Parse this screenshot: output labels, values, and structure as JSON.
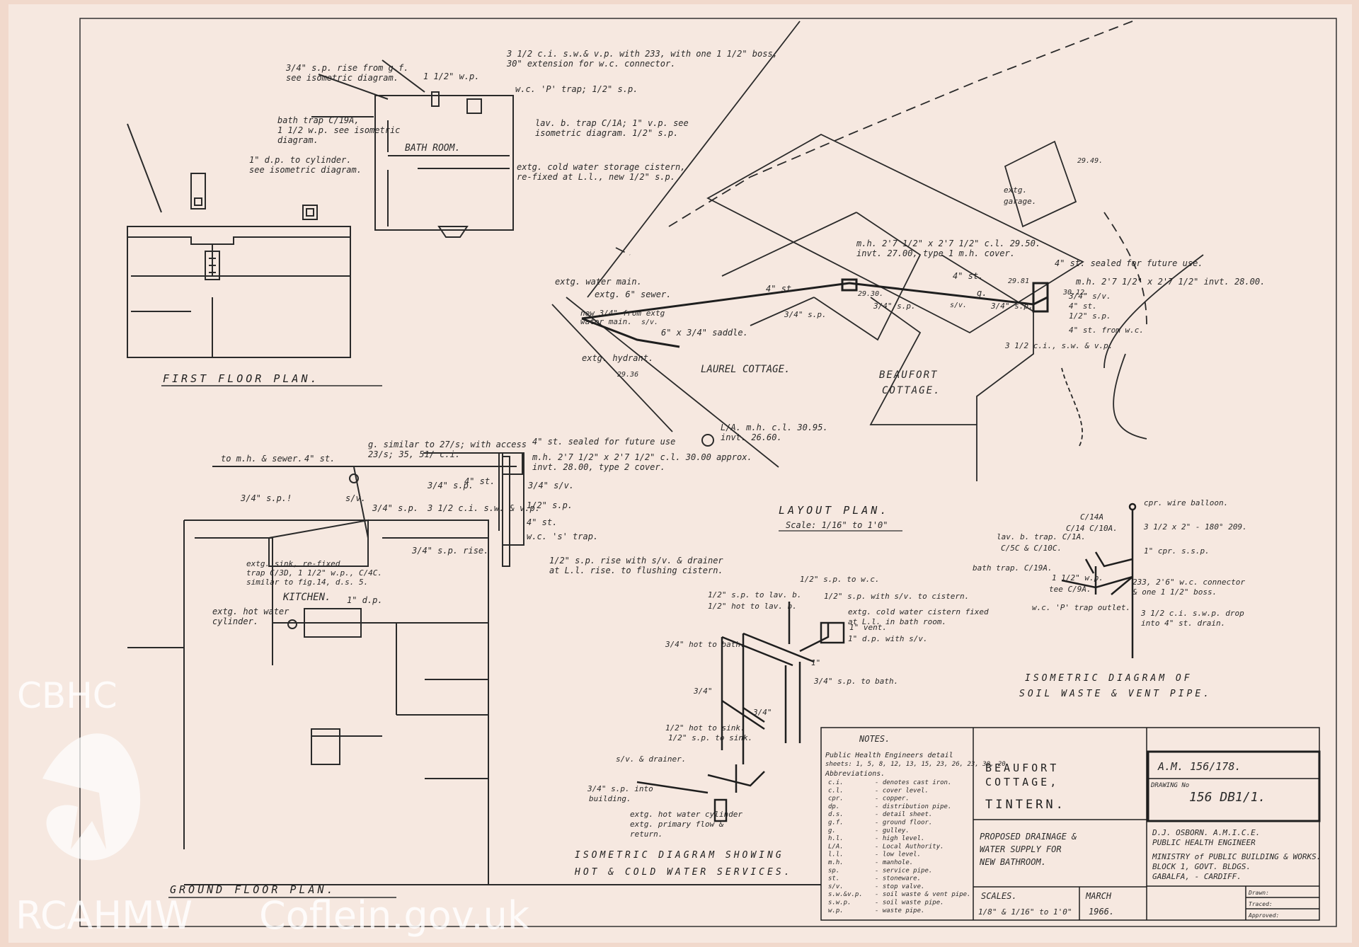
{
  "labels": {
    "fp_rise": "3/4\" s.p. rise from g.f.",
    "fp_rise2": "see isometric diagram.",
    "fp_bath_trap": "bath trap C/19A,",
    "fp_bath_trap2": "1 1/2 w.p. see isometric",
    "fp_bath_trap3": "diagram.",
    "fp_dp": "1\" d.p. to cylinder.",
    "fp_dp2": "see isometric diagram.",
    "fp_ci": "3 1/2 c.i. s.w.& v.p. with 233, with one 1 1/2\" boss,",
    "fp_ci2": "30\" extension for w.c. connector.",
    "fp_wp": "1 1/2\" w.p.",
    "fp_wc": "w.c. 'P' trap; 1/2\" s.p.",
    "fp_lav": "lav. b. trap C/1A; 1\" v.p. see",
    "fp_lav2": "isometric diagram. 1/2\" s.p.",
    "fp_bathroom": "BATH ROOM.",
    "fp_cistern": "extg. cold water storage cistern,",
    "fp_cistern2": "re-fixed at L.l., new 1/2\" s.p.",
    "gf_to_ml": "to m.h. & sewer.",
    "gf_4st": "4\" st.",
    "gf_g": "g. similar to 27/s; with access",
    "gf_g2": "23/s; 35, 51/ c.i.",
    "gf_sealed": "4\" st. sealed for future use",
    "gf_mh": "m.h. 2'7 1/2\" x 2'7 1/2\" c.l. 30.00 approx.",
    "gf_mh2": "invt. 28.00, type 2 cover.",
    "gf_4st2": "4\" st.",
    "gf_34sp": "3/4\" s.p.",
    "gf_34sv": "3/4\" s/v.",
    "gf_34sp2": "3/4\" s.p.!",
    "gf_sv": "s/v.",
    "gf_34sp3": "3/4\" s.p.",
    "gf_ci": "3 1/2 c.i. s.w. & v.p.",
    "gf_12sp": "1/2\" s.p.",
    "gf_4st3": "4\" st.",
    "gf_wcs": "w.c. 's' trap.",
    "gf_rise": "3/4\" s.p. rise.",
    "gf_sink": "extg. sink, re-fixed",
    "gf_sink2": "trap C/3D, 1 1/2\" w.p., C/4C.",
    "gf_sink3": "similar to fig.14, d.s. 5.",
    "gf_rise2": "1/2\" s.p. rise with s/v. & drainer",
    "gf_rise3": "at L.l. rise. to flushing cistern.",
    "gf_kitchen": "KITCHEN.",
    "gf_dp": "1\" d.p.",
    "gf_cyl": "extg. hot water",
    "gf_cyl2": "cylinder.",
    "lp_garage": "extg.",
    "lp_garage2": "garage.",
    "lp_lvl": "29.49.",
    "lp_mh": "m.h. 2'7 1/2\" x 2'7 1/2\" c.l. 29.50.",
    "lp_mh2": "invt. 27.00, type 1 m.h. cover.",
    "lp_sealed": "4\" st. sealed for future use.",
    "lp_mh3": "m.h. 2'7 1/2\" x 2'7 1/2\" invt. 28.00.",
    "lp_lvl2": "30.12.",
    "lp_lvl3": "29.81",
    "lp_lvl4": "29.30.",
    "lp_main": "extg. water main.",
    "lp_sewer": "extg. 6\" sewer.",
    "lp_new": "new 3/4\" from extg",
    "lp_new2": "water main.",
    "lp_sv": "s/v.",
    "lp_4st": "4\" st.",
    "lp_4st2": "4\" st.",
    "lp_g": "g.",
    "lp_34sp": "3/4\" s.p.",
    "lp_34sp2": "3/4\" s.p.",
    "lp_34sp3": "3/4\" s.p.",
    "lp_sv2": "s/v.",
    "lp_34sv": "3/4\" s/v.",
    "lp_4st3": "4\" st.",
    "lp_12sp": "1/2\" s.p.",
    "lp_4stwc": "4\" st. from w.c.",
    "lp_ci": "3 1/2 c.i., s.w. & v.p.",
    "lp_saddle": "6\" x 3/4\" saddle.",
    "lp_hydrant": "extg. hydrant.",
    "lp_lvl5": "29.36",
    "lp_laurel": "LAUREL COTTAGE.",
    "lp_beaufort": "BEAUFORT",
    "lp_beaufort2": "COTTAGE.",
    "lp_la": "L/A. m.h. c.l. 30.95.",
    "lp_la2": "invt. 26.60.",
    "sw_balloon": "cpr. wire balloon.",
    "sw_14a": "C/14A",
    "sw_lav": "lav. b. trap. C/1A.",
    "sw_14b": "C/14 C/10A.",
    "sw_332": "3 1/2 x 2\" - 180° 209.",
    "sw_5c": "C/5C & C/10C.",
    "sw_1cpr": "1\" cpr. s.s.p.",
    "sw_bath": "bath trap. C/19A.",
    "sw_wp": "1 1/2\" w.p.",
    "sw_tee": "tee C/9A.",
    "sw_233": "233, 2'6\" w.c. connector",
    "sw_boss": "& one 1 1/2\" boss.",
    "sw_wcp": "w.c. 'P' trap outlet.",
    "sw_drop": "3 1/2 c.i. s.w.p. drop",
    "sw_drop2": "into 4\" st. drain.",
    "hc_wc": "1/2\" s.p. to w.c.",
    "hc_lav": "1/2\" s.p. to lav. b.",
    "hc_lav2": "1/2\" hot to lav. b.",
    "hc_sv": "1/2\" s.p. with s/v. to cistern.",
    "hc_cistern": "extg. cold water cistern fixed",
    "hc_cistern2": "at L.l. in bath room.",
    "hc_vent": "1\" vent.",
    "hc_dp": "1\" d.p. with s/v.",
    "hc_hot": "3/4\" hot to bath.",
    "hc_one": "1\"",
    "hc_sp": "3/4\" s.p. to bath.",
    "hc_34": "3/4\"",
    "hc_34b": "3/4\"",
    "hc_sink": "1/2\" hot to sink.",
    "hc_sink2": "1/2\" s.p. to sink.",
    "hc_drainer": "s/v. & drainer.",
    "hc_build": "3/4\" s.p. into",
    "hc_build2": "building.",
    "hc_cyl": "extg. hot water cylinder",
    "hc_cyl2": "extg. primary flow &",
    "hc_cyl3": "return."
  },
  "titles": {
    "first_floor": "FIRST   FLOOR   PLAN.",
    "ground_floor": "GROUND   FLOOR   PLAN.",
    "layout": "LAYOUT   PLAN.",
    "scale": "Scale: 1/16\" to 1'0\"",
    "iso_soil": "ISOMETRIC DIAGRAM OF",
    "iso_soil2": "SOIL WASTE & VENT PIPE.",
    "iso_hot": "ISOMETRIC DIAGRAM SHOWING",
    "iso_hot2": "HOT & COLD WATER SERVICES."
  },
  "notes": {
    "heading": "NOTES.",
    "intro": "Public Health Engineers detail",
    "intro2": "sheets: 1, 5, 8, 12, 13, 15, 23, 26, 23, 30, 20",
    "abbrev": "Abbreviations.",
    "rows": [
      {
        "code": "c.i.",
        "meaning": "denotes cast iron."
      },
      {
        "code": "c.l.",
        "meaning": "cover level."
      },
      {
        "code": "cpr.",
        "meaning": "copper."
      },
      {
        "code": "dp.",
        "meaning": "distribution pipe."
      },
      {
        "code": "d.s.",
        "meaning": "detail sheet."
      },
      {
        "code": "g.f.",
        "meaning": "ground floor."
      },
      {
        "code": "g.",
        "meaning": "gulley."
      },
      {
        "code": "h.l.",
        "meaning": "high level."
      },
      {
        "code": "L/A.",
        "meaning": "Local Authority."
      },
      {
        "code": "l.l.",
        "meaning": "low level."
      },
      {
        "code": "m.h.",
        "meaning": "manhole."
      },
      {
        "code": "sp.",
        "meaning": "service pipe."
      },
      {
        "code": "st.",
        "meaning": "stoneware."
      },
      {
        "code": "s/v.",
        "meaning": "stop valve."
      },
      {
        "code": "s.w.&v.p.",
        "meaning": "soil waste & vent pipe."
      },
      {
        "code": "s.w.p.",
        "meaning": "soil waste pipe."
      },
      {
        "code": "w.p.",
        "meaning": "waste pipe."
      }
    ]
  },
  "title_block": {
    "project": "BEAUFORT",
    "project2": "COTTAGE,",
    "project3": "TINTERN.",
    "desc": "PROPOSED DRAINAGE &",
    "desc2": "WATER SUPPLY FOR",
    "desc3": "NEW BATHROOM.",
    "scales_label": "SCALES.",
    "scales_value": "1/8\" & 1/16\" to 1'0\"",
    "date": "MARCH",
    "date2": "1966.",
    "ref": "A.M. 156/178.",
    "drawing_no_label": "DRAWING No",
    "drawing_no": "156 DB1/1.",
    "engineer": "D.J. OSBORN. A.M.I.C.E.",
    "engineer2": "PUBLIC HEALTH ENGINEER",
    "ministry": "MINISTRY of PUBLIC BUILDING & WORKS.",
    "ministry2": "BLOCK 1, GOVT. BLDGS.",
    "ministry3": "GABALFA, - CARDIFF.",
    "drawn": "Drawn:",
    "traced": "Traced:",
    "approved": "Approved:"
  },
  "watermark": {
    "cbhc": "CBHC",
    "rcahmw": "RCAHMW",
    "coflein": "Coflein.gov.uk"
  },
  "colors": {
    "paper": "#f6e8e0",
    "border": "#f1d9cc",
    "ink": "#2a2a2a"
  }
}
